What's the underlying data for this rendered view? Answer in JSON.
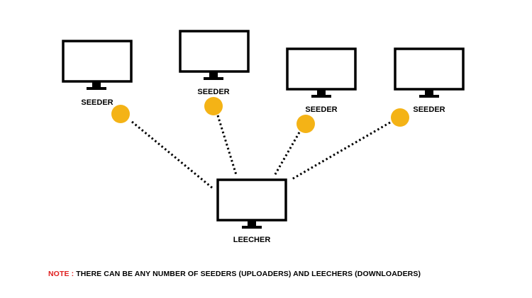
{
  "colors": {
    "background": "#ffffff",
    "monitor": "#000000",
    "peer_dot": "#f4b316",
    "connection": "#000000",
    "note_prefix": "#e02020",
    "note_text": "#000000"
  },
  "nodes": {
    "seeders": [
      {
        "label": "SEEDER",
        "icon": "monitor-icon"
      },
      {
        "label": "SEEDER",
        "icon": "monitor-icon"
      },
      {
        "label": "SEEDER",
        "icon": "monitor-icon"
      },
      {
        "label": "SEEDER",
        "icon": "monitor-icon"
      }
    ],
    "leecher": {
      "label": "LEECHER",
      "icon": "monitor-icon"
    }
  },
  "connections": [
    {
      "from": "seeder-1",
      "to": "leecher",
      "style": "dotted"
    },
    {
      "from": "seeder-2",
      "to": "leecher",
      "style": "dotted"
    },
    {
      "from": "seeder-3",
      "to": "leecher",
      "style": "dotted"
    },
    {
      "from": "seeder-4",
      "to": "leecher",
      "style": "dotted"
    }
  ],
  "note": {
    "prefix": "NOTE : ",
    "text": "THERE CAN BE ANY NUMBER OF SEEDERS (UPLOADERS) AND LEECHERS (DOWNLOADERS)"
  }
}
